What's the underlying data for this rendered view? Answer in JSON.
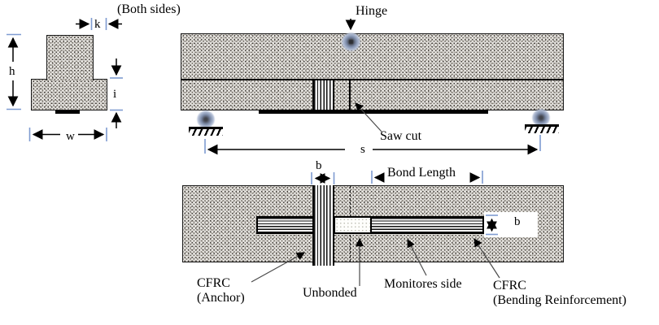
{
  "cross_section": {
    "note": "(Both sides)",
    "dim_k": "k",
    "dim_h": "h",
    "dim_i": "i",
    "dim_w": "w"
  },
  "elevation": {
    "hinge": "Hinge",
    "saw_cut": "Saw cut",
    "dim_s": "s"
  },
  "plan": {
    "dim_b_anchor": "b",
    "bond_length": "Bond Length",
    "dim_b_strip": "b",
    "anchor_label_1": "CFRC",
    "anchor_label_2": "(Anchor)",
    "unbonded_label": "Unbonded",
    "monitored_label": "Monitores side",
    "bending_label_1": "CFRC",
    "bending_label_2": "(Bending Reinforcement)"
  },
  "colors": {
    "dimension_tick": "#7f9bd1",
    "concrete_stipple": "#e5e3df",
    "ink": "#000000",
    "leader": "#4a4a4a"
  }
}
